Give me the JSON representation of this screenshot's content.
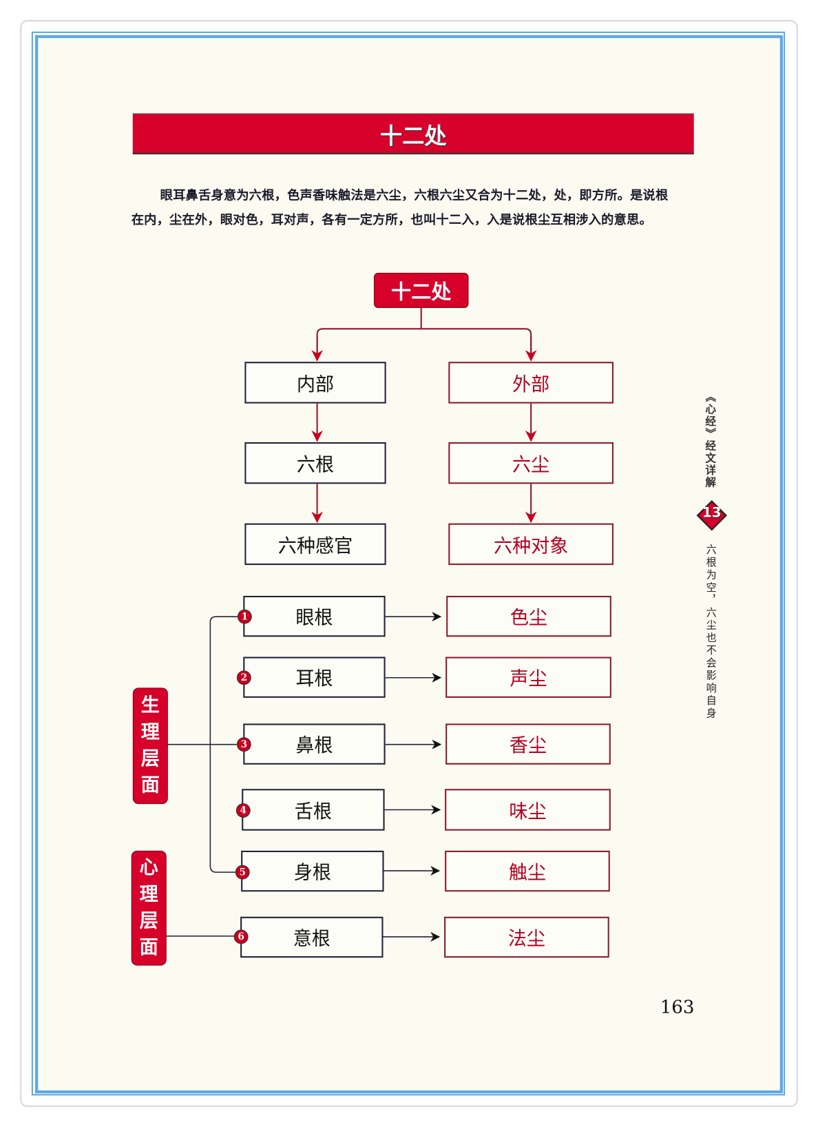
{
  "section_title": "十二处",
  "paragraph": "眼耳鼻舌身意为六根，色声香味触法是六尘，六根六尘又合为十二处，处，即方所。是说根在内，尘在外，眼对色，耳对声，各有一定方所，也叫十二入，入是说根尘互相涉入的意思。",
  "diagram": {
    "root": "十二处",
    "inner": [
      "内部",
      "六根",
      "六种感官"
    ],
    "outer": [
      "外部",
      "六尘",
      "六种对象"
    ],
    "pairs": [
      {
        "num": "1",
        "root": "眼根",
        "dust": "色尘"
      },
      {
        "num": "2",
        "root": "耳根",
        "dust": "声尘"
      },
      {
        "num": "3",
        "root": "鼻根",
        "dust": "香尘"
      },
      {
        "num": "4",
        "root": "舌根",
        "dust": "味尘"
      },
      {
        "num": "5",
        "root": "身根",
        "dust": "触尘"
      },
      {
        "num": "6",
        "root": "意根",
        "dust": "法尘"
      }
    ],
    "physical_label": [
      "生",
      "理",
      "层",
      "面"
    ],
    "mental_label": [
      "心",
      "理",
      "层",
      "面"
    ]
  },
  "sidebar": {
    "book_title": "《心经》经文详解",
    "chapter": "13",
    "chapter_title": "六根为空，六尘也不会影响自身"
  },
  "page_number": "163",
  "colors": {
    "red": "#d6002b",
    "border_blue": "#5aa8ea",
    "paper": "#fbfbf2"
  }
}
